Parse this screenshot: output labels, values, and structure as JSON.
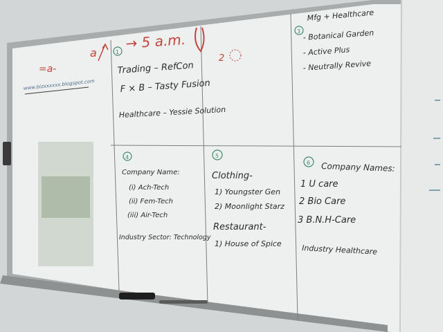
{
  "board": {
    "top_left": {
      "line1": "=a-",
      "line2": "www.bizxxxxxx.blogspot.com",
      "arrow_label": "a"
    },
    "header": {
      "time": "→ 5 a.m."
    },
    "panel1": {
      "num": "1",
      "rows": [
        "Trading – RefCon",
        "F × B – Tasty Fusion",
        "Healthcare – Yessie Solution"
      ]
    },
    "panel2": {
      "num": "2"
    },
    "panel3": {
      "num": "3",
      "title": "Mfg + Healthcare",
      "items": [
        "- Botanical Garden",
        "- Active Plus",
        "- Neutrally Revive"
      ]
    },
    "panel4": {
      "num": "4",
      "title": "Company Name:",
      "items": [
        "(i) Ach-Tech",
        "(ii) Fem-Tech",
        "(iii) Air-Tech"
      ],
      "footer": "Industry Sector: Technology"
    },
    "panel5": {
      "num": "5",
      "title": "Clothing-",
      "items": [
        "1) Youngster Gen",
        "2) Moonlight Starz"
      ],
      "title2": "Restaurant-",
      "items2": [
        "1) House of Spice"
      ]
    },
    "panel6": {
      "num": "6",
      "title": "Company Names:",
      "items": [
        "1  U care",
        "2  Bio Care",
        "3  B.N.H-Care"
      ],
      "footer": "Industry Healthcare"
    }
  },
  "colors": {
    "wall": "#d3d6d7",
    "board": "#f1f3f2",
    "frame": "#a9acad",
    "ink_black": "#2a2a2a",
    "ink_red": "#c0453c",
    "ink_green": "#3f8a6a"
  }
}
